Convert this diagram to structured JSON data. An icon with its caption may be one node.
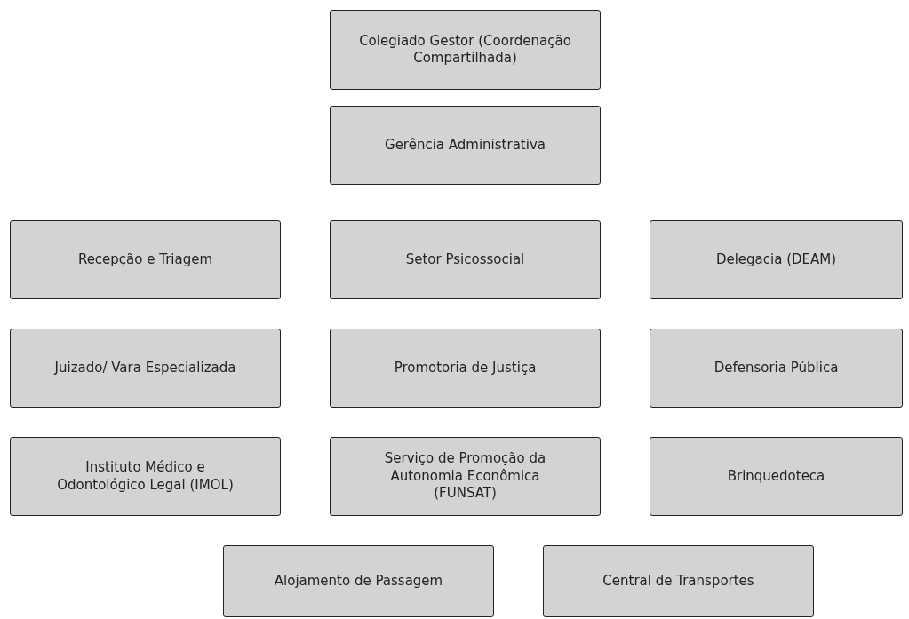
{
  "diagram": {
    "nodes": [
      {
        "text": [
          "Colegiado Gestor (Coordenação Compartilhada)"
        ]
      },
      {
        "text": [
          "Gerência Administrativa"
        ]
      },
      {
        "text": [
          "Recepção e Triagem"
        ]
      },
      {
        "text": [
          "Setor Psicossocial"
        ]
      },
      {
        "text": [
          "Delegacia (DEAM)"
        ]
      },
      {
        "text": [
          "Juizado/ Vara Especializada"
        ]
      },
      {
        "text": [
          "Promotoria de Justiça"
        ]
      },
      {
        "text": [
          "Defensoria Pública"
        ]
      },
      {
        "text": [
          "Instituto Médico e Odontológico Legal (IMOL)"
        ]
      },
      {
        "text": [
          "Serviço de Promoção da Autonomia Econômica (FUNSAT)"
        ]
      },
      {
        "text": [
          "Brinquedoteca"
        ]
      },
      {
        "text": [
          "Alojamento de Passagem"
        ]
      },
      {
        "text": [
          "Central de Transportes"
        ]
      }
    ]
  }
}
